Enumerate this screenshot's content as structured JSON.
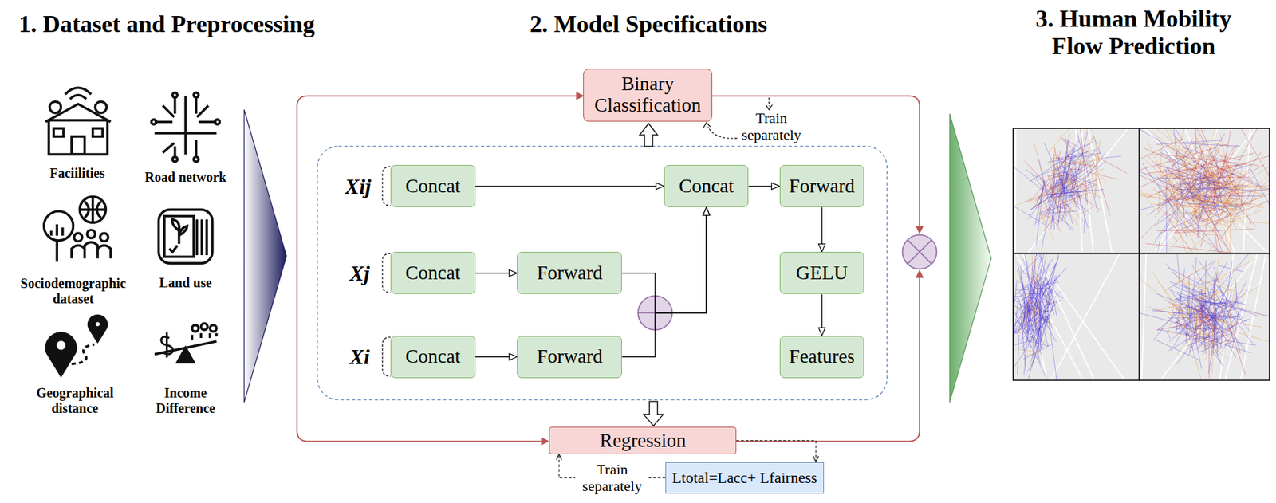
{
  "diagram": {
    "nodes": [
      {
        "text": [
          "Binary Classification"
        ]
      },
      {
        "text": [
          "Concat"
        ]
      },
      {
        "text": [
          "Concat"
        ]
      },
      {
        "text": [
          "Forward"
        ]
      },
      {
        "text": [
          "Concat"
        ]
      },
      {
        "text": [
          "Forward"
        ]
      },
      {
        "text": [
          "GELU"
        ]
      },
      {
        "text": [
          "Concat"
        ]
      },
      {
        "text": [
          "Forward"
        ]
      },
      {
        "text": [
          "Features"
        ]
      },
      {
        "text": [
          "Regression"
        ]
      },
      {
        "text": [
          "Ltotal=Lacc+ Lfairness"
        ]
      }
    ],
    "edges": [
      {
        "from": 1,
        "to": 2,
        "arrow": "to"
      },
      {
        "from": 2,
        "to": 3,
        "arrow": "to"
      },
      {
        "from": 4,
        "to": 5,
        "arrow": "to"
      },
      {
        "from": 5,
        "to": 2,
        "arrow": "to"
      },
      {
        "from": 7,
        "to": 8,
        "arrow": "to"
      },
      {
        "from": 8,
        "to": 2,
        "arrow": "to"
      },
      {
        "from": 3,
        "to": 6,
        "arrow": "to"
      },
      {
        "from": 6,
        "to": 9,
        "arrow": "to"
      },
      {
        "from": 10,
        "to": 11,
        "arrow": "to"
      },
      {
        "from": 11,
        "to": 10,
        "label": "Train separately",
        "arrow": "to"
      }
    ],
    "labels": [
      "1. Dataset and Preprocessing",
      "2. Model Specifications",
      "3. Human Mobility Flow Prediction",
      "Faciilities",
      "Road network",
      "Sociodemographic dataset",
      "Land use",
      "Geographical distance",
      "Income Difference",
      "Xij",
      "Xj",
      "Xi",
      "Train separately"
    ]
  }
}
